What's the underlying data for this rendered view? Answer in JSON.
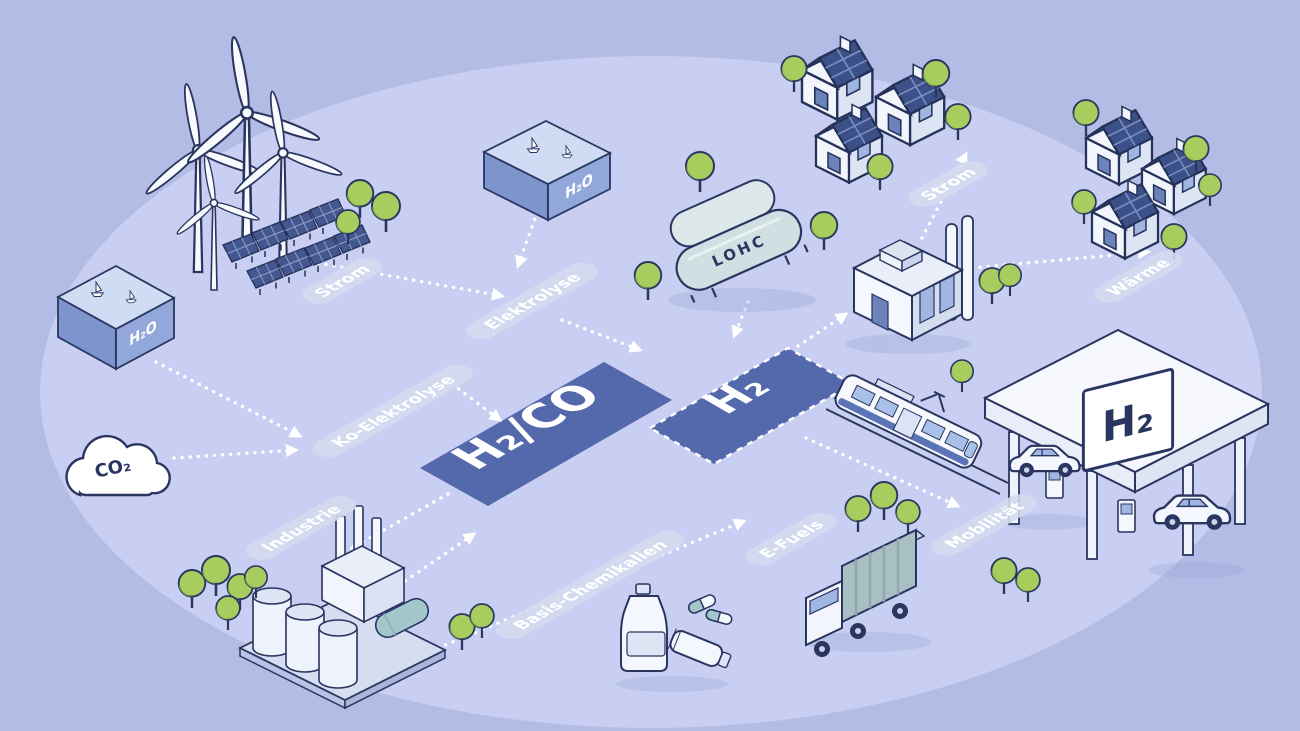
{
  "diagram": {
    "background_color": "#b3bce5",
    "stage_color": "#c8cff2",
    "band_color": "#5469ab",
    "outline_color": "#2a3560",
    "tree_color": "#a8cd5f",
    "sources": {
      "water_left_label": "H₂O",
      "water_top_label": "H₂O",
      "co2_label": "CO₂"
    },
    "process_labels": {
      "strom_left": "Strom",
      "elektrolyse": "Elektrolyse",
      "ko_elektrolyse": "Ko-Elektrolyse",
      "industrie": "Industrie",
      "basis_chemikalien": "Basis-Chemikalien",
      "e_fuels": "E-Fuels",
      "mobilitaet": "Mobilität",
      "strom_right": "Strom",
      "waerme": "Wärme"
    },
    "products": {
      "h2co_band": "H₂/CO",
      "h2_band": "H₂",
      "lohc_tank": "LOHC",
      "h2_station_sign": "H₂"
    },
    "scene_objects": [
      "wind-turbines",
      "solar-panel-array",
      "water-basin-left",
      "water-basin-top",
      "co2-cloud",
      "lohc-storage-tanks",
      "fuel-cell-plant",
      "houses-cluster-top",
      "houses-cluster-right",
      "tram",
      "h2-fueling-station",
      "cars",
      "truck",
      "industrial-plant",
      "chemical-products",
      "trees"
    ]
  }
}
